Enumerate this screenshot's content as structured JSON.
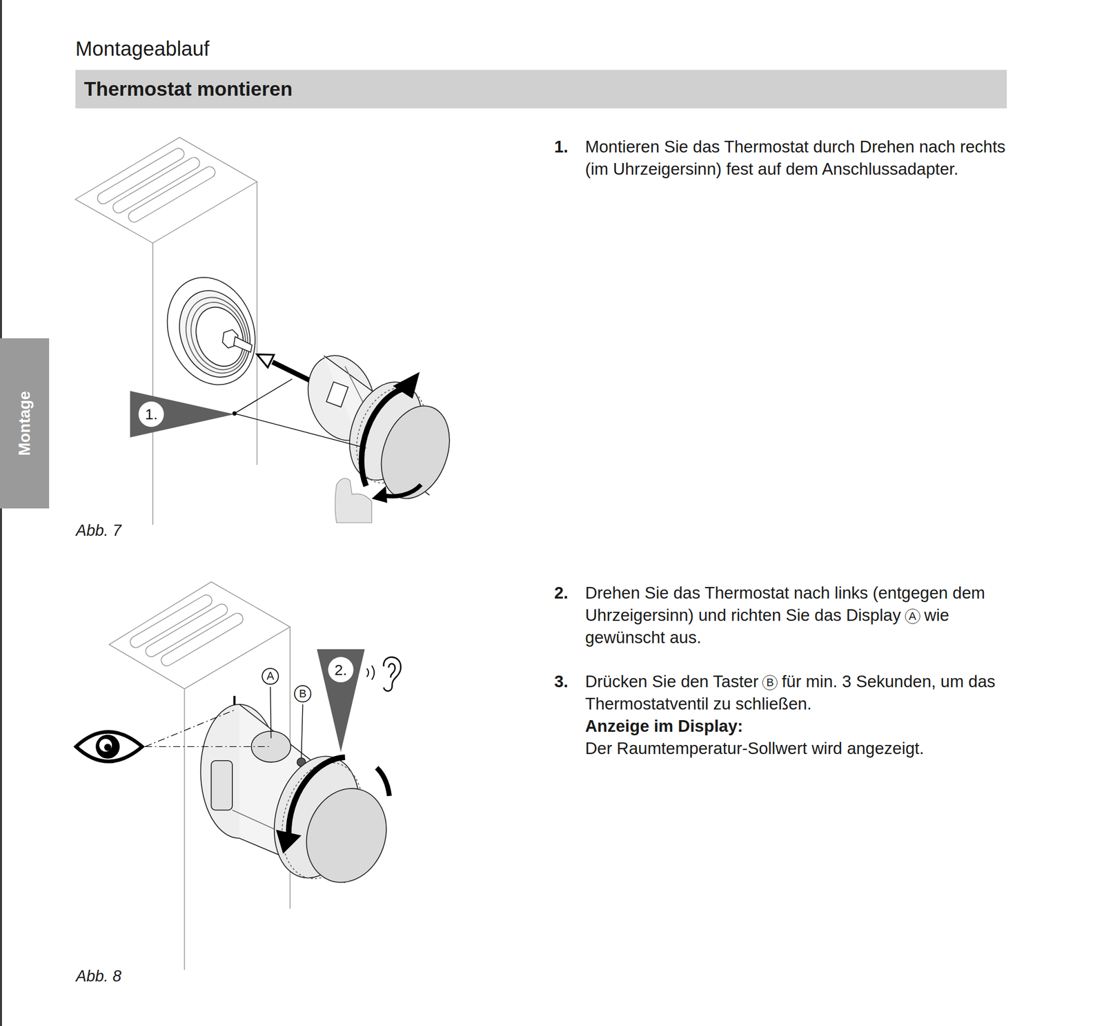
{
  "diagram": {
    "title": "Thermostat montieren",
    "nodes": [
      {
        "text": [
          "Montage"
        ]
      },
      {
        "text": [
          "1."
        ]
      },
      {
        "text": [
          "A"
        ]
      },
      {
        "text": [
          "B"
        ]
      },
      {
        "text": [
          "2."
        ]
      }
    ],
    "labels": [
      "Montageablauf",
      "Abb. 7",
      "Abb. 8",
      "1.",
      "Montieren Sie das Thermostat durch Drehen nach rechts (im Uhrzeigersinn) fest auf dem Anschlussadapter.",
      "2.",
      "Drehen Sie das Thermostat nach links (entgegen dem Uhrzeigersinn) und richten Sie das Display",
      "A",
      "wie gewünscht aus.",
      "3.",
      "Drücken Sie den Taster",
      "B",
      "für min. 3 Sekunden, um das Thermostatventil zu schließen.",
      "Anzeige im Display:",
      "Der Raumtemperatur-Sollwert wird angezeigt."
    ]
  }
}
